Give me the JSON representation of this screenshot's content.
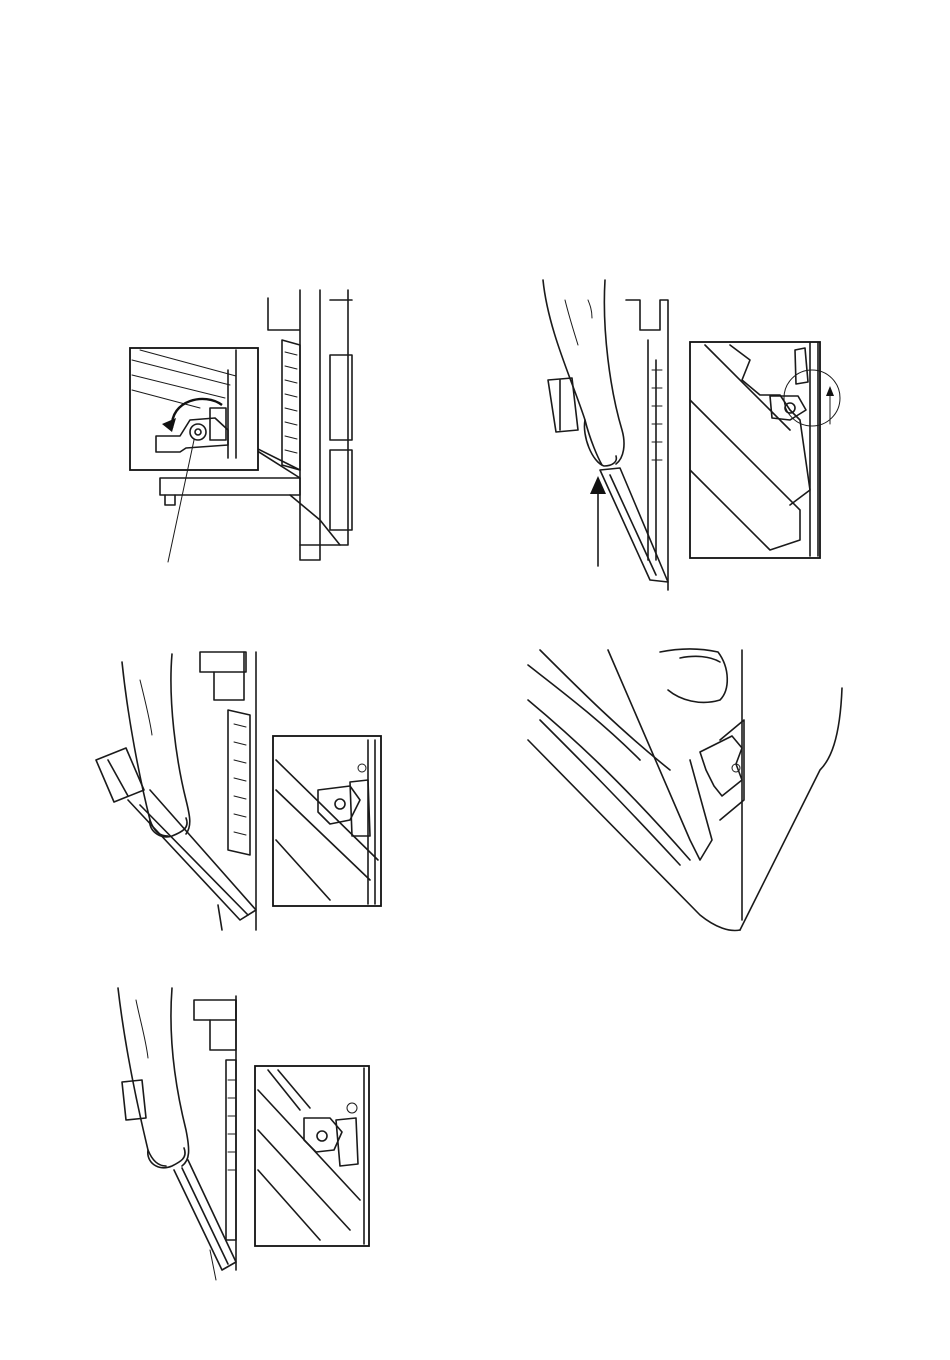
{
  "figures": [
    {
      "id": "fig1",
      "description_label": "",
      "callout_line": true,
      "rotation_arrow": true
    },
    {
      "id": "fig2",
      "direction_arrow": "up",
      "small_arrow": "up"
    },
    {
      "id": "fig3"
    },
    {
      "id": "fig4"
    },
    {
      "id": "fig5"
    }
  ],
  "colors": {
    "ink": "#111111",
    "paper": "#ffffff"
  }
}
